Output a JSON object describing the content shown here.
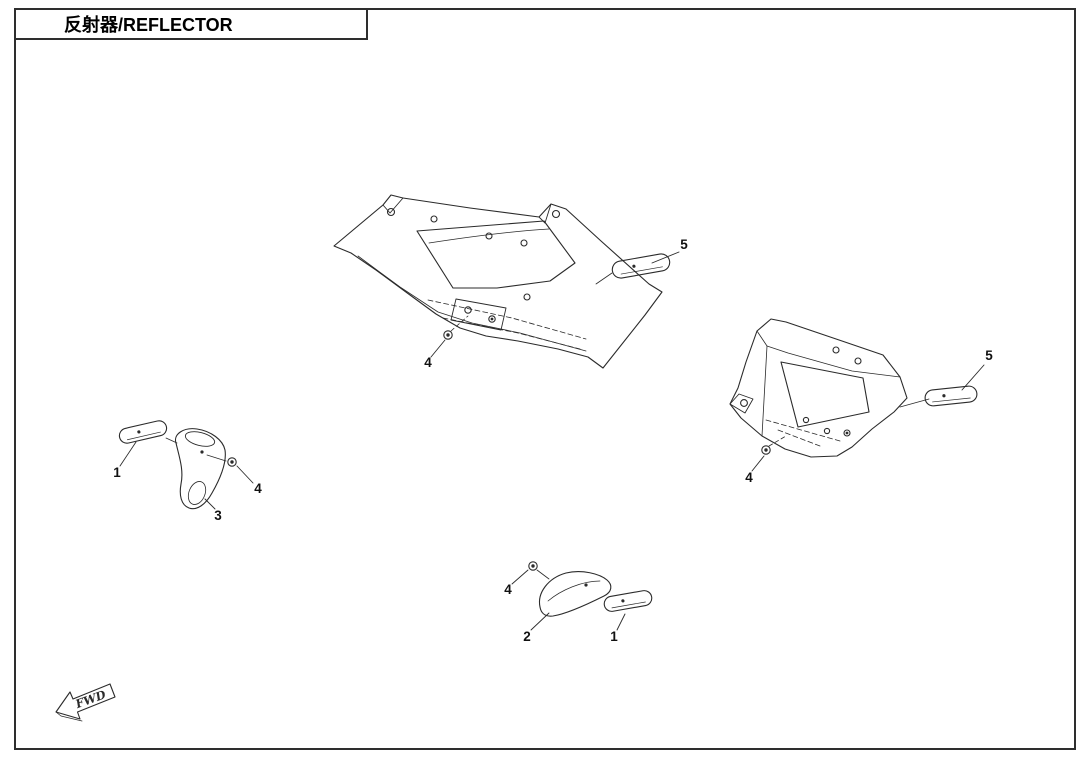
{
  "page": {
    "title": "反射器/REFLECTOR"
  },
  "diagram": {
    "fwd_label": "FWD",
    "callouts": [
      "5",
      "4",
      "1",
      "3",
      "4",
      "5",
      "4",
      "4",
      "2",
      "1"
    ],
    "colors": {
      "line": "#2b2b2b",
      "background": "#ffffff"
    }
  }
}
